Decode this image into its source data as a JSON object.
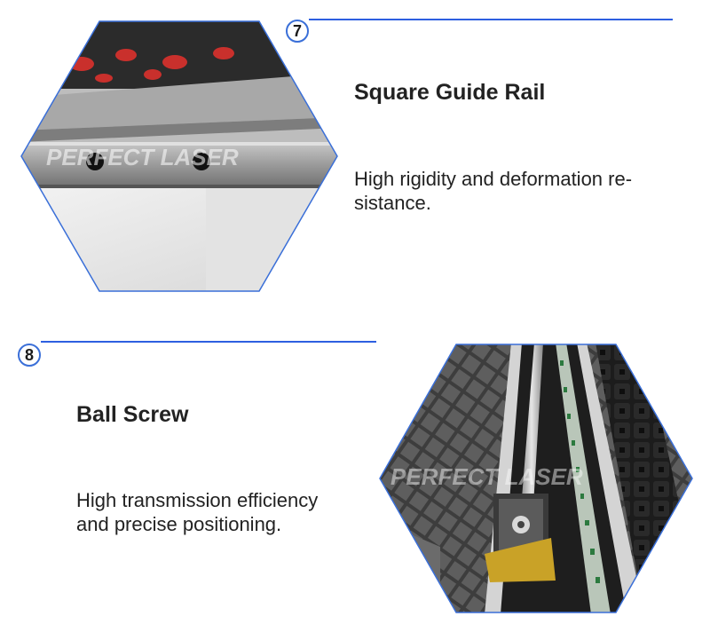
{
  "features": [
    {
      "number": "7",
      "title": "Square Guide Rail",
      "description_line1": "High rigidity and deformation re-",
      "description_line2": "sistance.",
      "watermark": "PERFECT LASER"
    },
    {
      "number": "8",
      "title": "Ball Screw",
      "description_line1": "High transmission efficiency",
      "description_line2": "and precise positioning.",
      "watermark": "PERFECT LASER"
    }
  ],
  "colors": {
    "accent_blue": "#2d5fe0",
    "hex_border": "#3a6fd8",
    "text": "#222222"
  }
}
